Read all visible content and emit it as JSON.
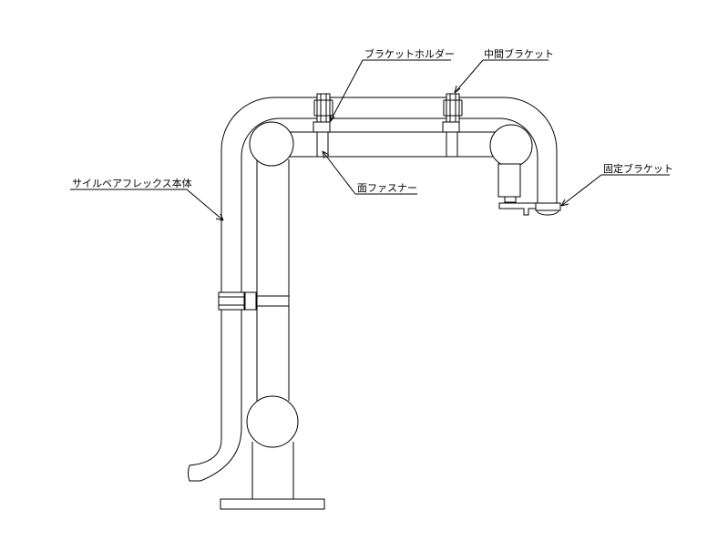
{
  "diagram": {
    "labels": {
      "bracket_holder": "ブラケットホルダー",
      "middle_bracket": "中間ブラケット",
      "fixed_bracket": "固定ブラケット",
      "main_body": "サイルベアフレックス本体",
      "face_fastener": "面ファスナー"
    },
    "colors": {
      "line": "#000000",
      "background": "#ffffff"
    }
  }
}
